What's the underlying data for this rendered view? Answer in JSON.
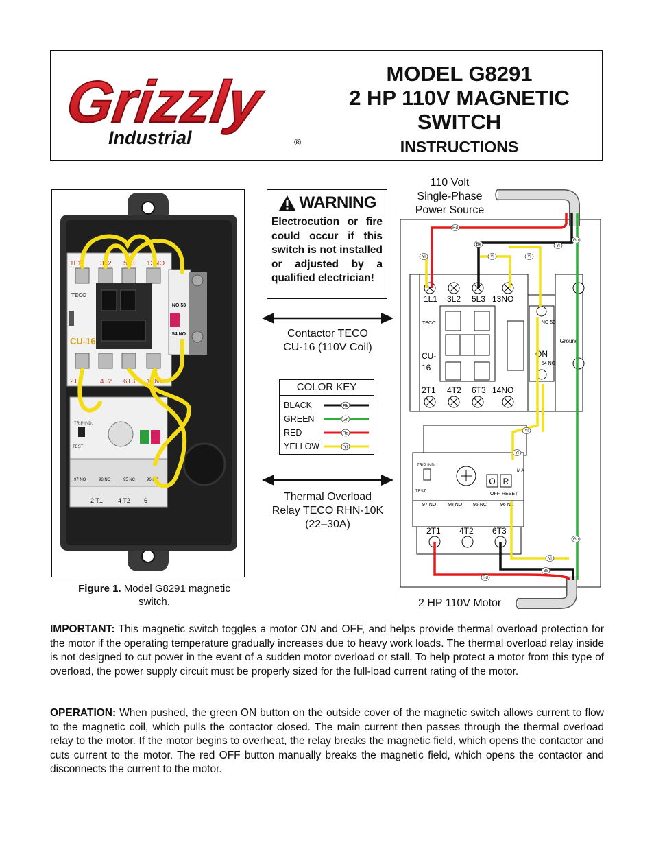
{
  "header": {
    "brand_logo": "Grizzly",
    "brand_sub": "Industrial",
    "registered_mark": "®",
    "title_lines": [
      "MODEL G8291",
      "2 HP 110V MAGNETIC",
      "SWITCH"
    ],
    "subtitle": "INSTRUCTIONS"
  },
  "warning": {
    "heading": "WARNING",
    "body": "Electrocution or fire could occur if this switch is not installed or adjusted by a qualified electrician!"
  },
  "labels": {
    "contactor_line1": "Contactor TECO",
    "contactor_line2": "CU-16 (110V Coil)",
    "overload_line1": "Thermal Overload",
    "overload_line2": "Relay TECO RHN-10K",
    "overload_line3": "(22–30A)",
    "power_line1": "110 Volt",
    "power_line2": "Single-Phase",
    "power_line3": "Power Source",
    "motor": "2 HP 110V Motor"
  },
  "color_key": {
    "title": "COLOR KEY",
    "rows": [
      {
        "name": "BLACK",
        "code": "Bk",
        "color": "#111111"
      },
      {
        "name": "GREEN",
        "code": "Gn",
        "color": "#2fae3a"
      },
      {
        "name": "RED",
        "code": "Rd",
        "color": "#e41b1b"
      },
      {
        "name": "YELLOW",
        "code": "Yl",
        "color": "#f2e21b"
      }
    ]
  },
  "photo": {
    "terminals_top": [
      "1L1",
      "3L2",
      "5L3",
      "13NO"
    ],
    "terminals_bottom": [
      "2T1",
      "4T2",
      "6T3",
      "14NO"
    ],
    "brand": "TECO",
    "model": "CU-16",
    "aux_top": "NO 53",
    "aux_bottom": "54 NO",
    "relay_terms": [
      "97 NO",
      "98 NO",
      "95 NC",
      "96 NC"
    ],
    "relay_out": [
      "2 T1",
      "4 T2",
      "6"
    ],
    "trip": "TRIP IND.",
    "test": "TEST"
  },
  "diagram": {
    "top_terms": [
      "1L1",
      "3L2",
      "5L3",
      "13NO"
    ],
    "bottom_terms": [
      "2T1",
      "4T2",
      "6T3",
      "14NO"
    ],
    "brand": "TECO",
    "model_1": "CU-",
    "model_2": "16",
    "aux_no53": "NO 53",
    "aux_on": "ON",
    "aux_54no": "54 NO",
    "ground": "Ground",
    "relay_trip": "TRIP IND.",
    "relay_test": "TEST",
    "relay_o": "O",
    "relay_r": "R",
    "relay_off": "OFF",
    "relay_reset": "RESET",
    "relay_ma": "M A",
    "relay_terms": [
      "97 NO",
      "98 NO",
      "95 NC",
      "96 NC"
    ],
    "relay_out": [
      "2T1",
      "4T2",
      "6T3"
    ]
  },
  "figure_caption": {
    "label": "Figure 1.",
    "text_line1": "Model G8291 magnetic",
    "text_line2": "switch."
  },
  "important": {
    "label": "IMPORTANT:",
    "text": "This magnetic switch toggles a motor ON and OFF, and helps provide thermal overload protection for the motor if the operating temperature gradually increases due to heavy work loads. The thermal overload relay inside is not designed to cut power in the event of a sudden motor overload or stall. To help protect a motor from this type of overload, the power supply circuit must be properly sized for the full-load current rating of the motor."
  },
  "operation": {
    "label": "OPERATION:",
    "text": "When pushed, the green ON button on the outside cover of the magnetic switch allows current to flow to the magnetic coil, which pulls the contactor closed. The main current then passes through the thermal overload relay to the motor. If the motor begins to overheat, the relay breaks the magnetic field, which opens the contactor and cuts current to the motor. The red OFF button manually breaks the magnetic field, which opens the contactor and disconnects the current to the motor."
  }
}
